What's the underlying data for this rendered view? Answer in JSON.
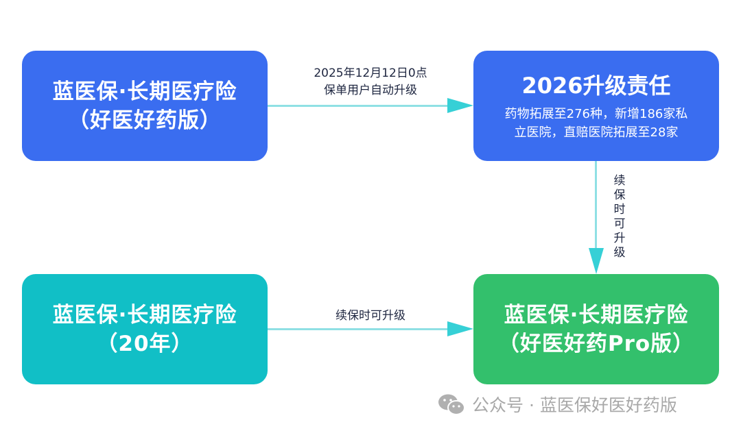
{
  "nodes": {
    "top_left": {
      "line1": "蓝医保·长期医疗险",
      "line2": "（好医好药版）",
      "color": "#3a6df0"
    },
    "top_right": {
      "title": "2026升级责任",
      "desc_line1": "药物拓展至276种，新增186家私",
      "desc_line2": "立医院，直赔医院拓展至28家",
      "color": "#3a6df0"
    },
    "bottom_left": {
      "line1": "蓝医保·长期医疗险",
      "line2": "（20年）",
      "color": "#11bfc6"
    },
    "bottom_right": {
      "line1": "蓝医保·长期医疗险",
      "line2": "（好医好药Pro版）",
      "color": "#33c06c"
    }
  },
  "edges": {
    "top": {
      "label_line1": "2025年12月12日0点",
      "label_line2": "保单用户自动升级"
    },
    "right": {
      "label": "续保时可升级"
    },
    "bottom": {
      "label": "续保时可升级"
    }
  },
  "watermark": {
    "icon": "wechat-icon",
    "text": "公众号 · 蓝医保好医好药版"
  },
  "colors": {
    "arrow": "#36d0d6",
    "line": "#8fe0e4",
    "label_text": "#1e2640"
  }
}
